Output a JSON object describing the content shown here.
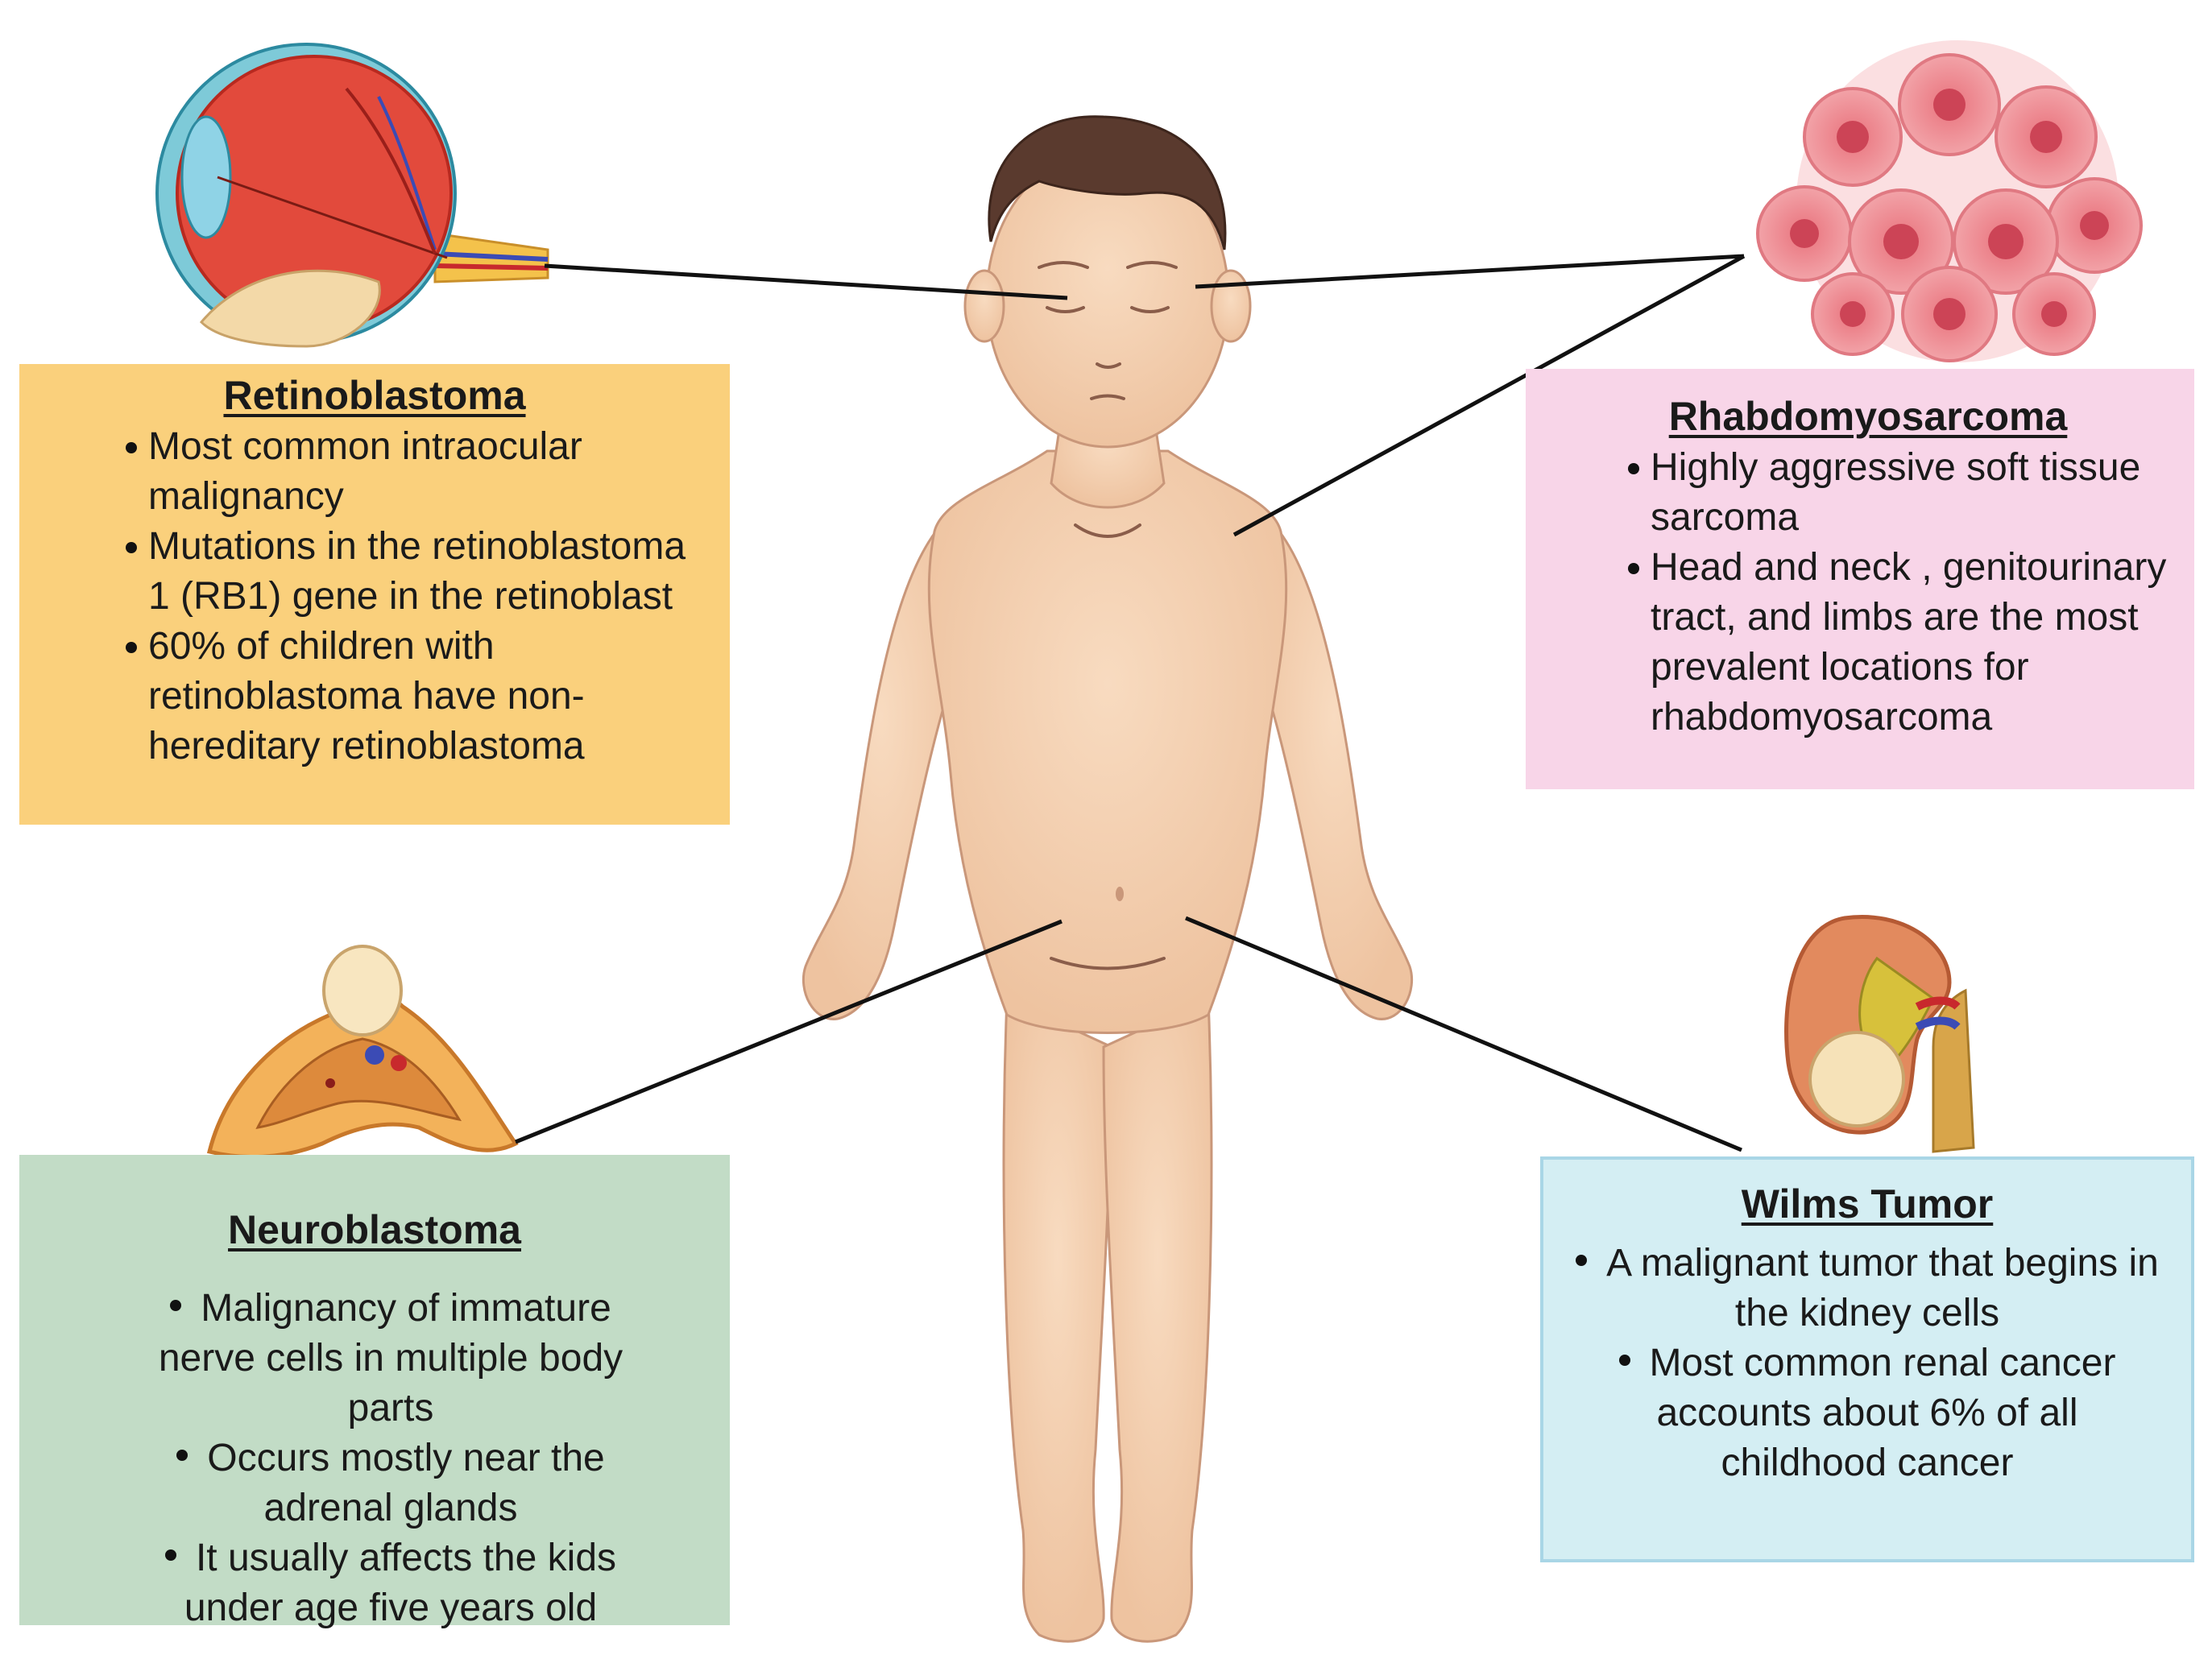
{
  "retinoblastoma": {
    "title": "Retinoblastoma",
    "bullets": [
      "Most common intraocular malignancy",
      "Mutations in the retinoblastoma 1 (RB1) gene in the retinoblast",
      "60% of children with retinoblastoma have non-hereditary retinoblastoma"
    ]
  },
  "rhabdomyosarcoma": {
    "title": "Rhabdomyosarcoma",
    "bullets": [
      "Highly aggressive soft tissue sarcoma",
      "Head and neck , genitourinary tract,  and limbs are the most prevalent locations for rhabdomyosarcoma"
    ]
  },
  "neuroblastoma": {
    "title": "Neuroblastoma",
    "bullets": [
      "Malignancy of immature nerve cells in multiple body parts",
      "Occurs mostly near the adrenal glands",
      "It usually affects the kids under age five years old"
    ]
  },
  "wilms": {
    "title": "Wilms Tumor",
    "bullets": [
      "A malignant tumor that begins in the kidney cells",
      "Most common renal cancer accounts about 6% of all childhood cancer"
    ]
  },
  "colors": {
    "retinoblastoma_box": "#fad07c",
    "rhabdomyosarcoma_box": "#f8d5e8",
    "neuroblastoma_box": "#c2dcc6",
    "wilms_box": "#d4eef3",
    "skin": "#f3cfae",
    "hair": "#5a3a2e"
  }
}
